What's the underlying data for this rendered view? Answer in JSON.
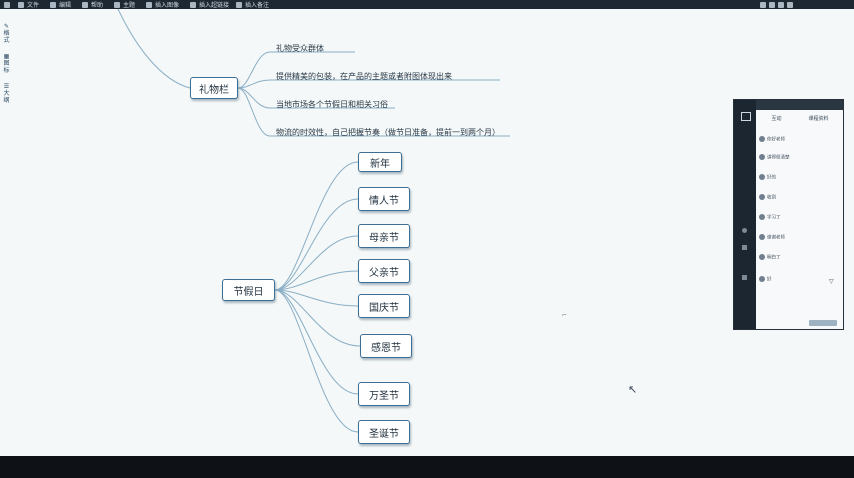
{
  "toolbar": {
    "items": [
      "文件",
      "编辑",
      "帮助",
      "主题",
      "插入图像",
      "插入超链接",
      "插入备注"
    ]
  },
  "left_strip": [
    "格式",
    "图标",
    "大纲"
  ],
  "mindmap": {
    "gift_node": "礼物栏",
    "gift_leaves": [
      "礼物受众群体",
      "提供精美的包装，在产品的主题或者附图体现出来",
      "当地市场各个节假日和相关习俗",
      "物流的时效性，自己把握节奏（做节日准备，提前一到两个月）"
    ],
    "holiday_node": "节假日",
    "holidays": [
      "新年",
      "情人节",
      "母亲节",
      "父亲节",
      "国庆节",
      "感恩节",
      "万圣节",
      "圣诞节"
    ]
  },
  "chat_panel": {
    "tabs": [
      "互动",
      "课程资料"
    ],
    "messages": [
      "你好老师",
      "讲得很清楚",
      "好的",
      "收到",
      "学习了",
      "谢谢老师",
      "明白了",
      "好"
    ]
  },
  "colors": {
    "accent": "#3d6e96",
    "line": "#8aaec6",
    "toolbar": "#1d2833"
  }
}
